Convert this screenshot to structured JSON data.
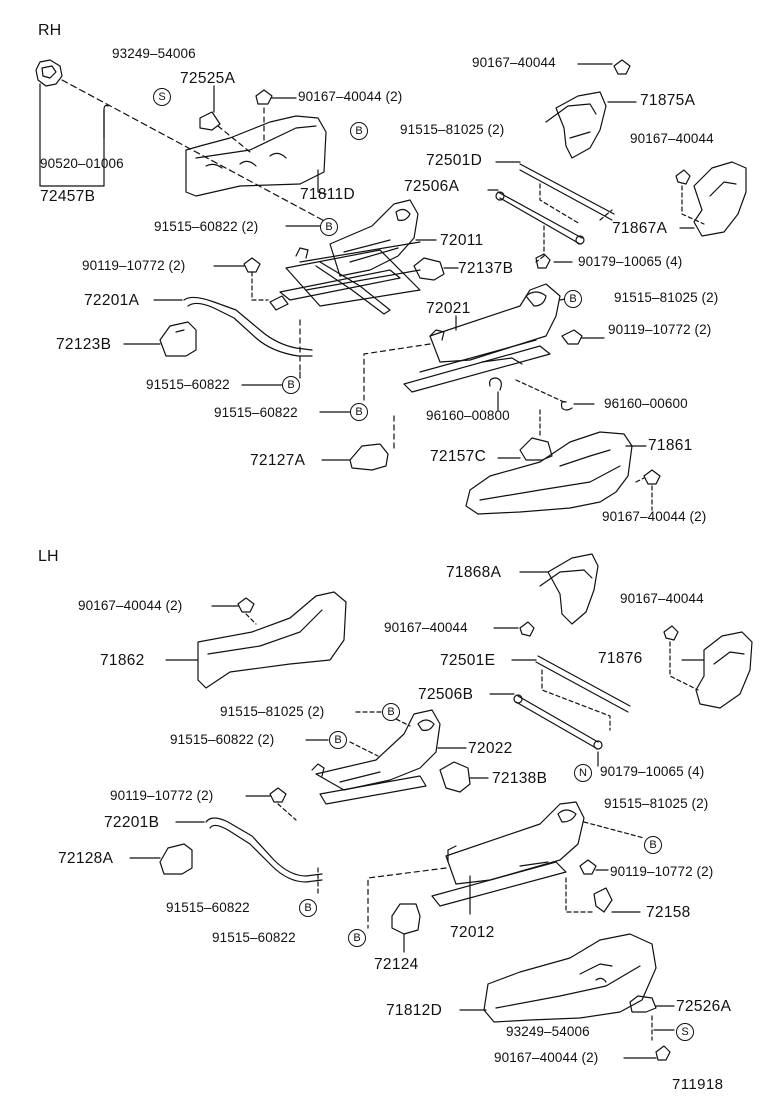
{
  "sections": {
    "rh": "RH",
    "lh": "LH"
  },
  "figure_number": "711918",
  "badges": {
    "s": "S",
    "b": "B",
    "n": "N"
  },
  "rh_labels": {
    "p93249_54006": "93249–54006",
    "p72525A": "72525A",
    "p90167_40044_2a": "90167–40044 (2)",
    "p90520_01006": "90520–01006",
    "p72457B": "72457B",
    "p71811D": "71811D",
    "p91515_81025_2a": "91515–81025 (2)",
    "p72501D": "72501D",
    "p72506A": "72506A",
    "p90167_40044_top": "90167–40044",
    "p71875A": "71875A",
    "p90167_40044_r": "90167–40044",
    "p71867A": "71867A",
    "p90179_10065_4": "90179–10065 (4)",
    "p91515_60822_2": "91515–60822 (2)",
    "p72011": "72011",
    "p90119_10772_2": "90119–10772 (2)",
    "p72137B": "72137B",
    "p72201A": "72201A",
    "p72021": "72021",
    "p91515_81025_2b": "91515–81025 (2)",
    "p90119_10772_2b": "90119–10772 (2)",
    "p72123B": "72123B",
    "p91515_60822_a": "91515–60822",
    "p91515_60822_b": "91515–60822",
    "p96160_00800": "96160–00800",
    "p96160_00600": "96160–00600",
    "p72127A": "72127A",
    "p72157C": "72157C",
    "p71861": "71861",
    "p90167_40044_2b": "90167–40044 (2)"
  },
  "lh_labels": {
    "p71868A": "71868A",
    "p90167_40044_2": "90167–40044 (2)",
    "p90167_40044_r": "90167–40044",
    "p90167_40044_m": "90167–40044",
    "p71862": "71862",
    "p71876": "71876",
    "p72501E": "72501E",
    "p72506B": "72506B",
    "p91515_81025_2": "91515–81025 (2)",
    "p91515_60822_2": "91515–60822 (2)",
    "p72022": "72022",
    "p72138B": "72138B",
    "p90179_10065_4": "90179–10065 (4)",
    "p90119_10772_2": "90119–10772 (2)",
    "p91515_81025_2b": "91515–81025 (2)",
    "p72201B": "72201B",
    "p72128A": "72128A",
    "p90119_10772_2b": "90119–10772 (2)",
    "p91515_60822_a": "91515–60822",
    "p72158": "72158",
    "p91515_60822_b": "91515–60822",
    "p72012": "72012",
    "p72124": "72124",
    "p71812D": "71812D",
    "p72526A": "72526A",
    "p93249_54006": "93249–54006",
    "p90167_40044_2b": "90167–40044 (2)"
  }
}
